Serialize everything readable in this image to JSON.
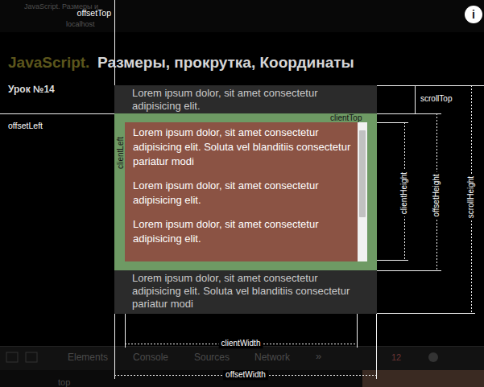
{
  "diagram": {
    "nodes": [
      {
        "text": [
          "Lorem ipsum dolor, sit amet consectetur adipisicing elit.",
          "Lorem ipsum dolor, sit amet consectetur adipisicing elit. Soluta vel blanditiis consectetur pariatur modi"
        ]
      },
      {
        "text": [
          "clientTop",
          "clientLeft"
        ],
        "in": 0
      },
      {
        "text": [
          "Lorem ipsum dolor, sit amet consectetur adipisicing elit. Soluta vel blanditiis consectetur pariatur modi",
          "Lorem ipsum dolor, sit amet consectetur adipisicing elit.",
          "Lorem ipsum dolor, sit amet consectetur adipisicing elit."
        ],
        "in": 1
      }
    ],
    "labels": [
      "JavaScript. Размеры и",
      "localhost",
      "offsetTop",
      "i",
      "JavaScript.",
      "Размеры, прокрутка, Координаты",
      "Урок №14",
      "scrollTop",
      "offsetLeft",
      "clientHeight",
      "offsetHeight",
      "scrollHeight",
      "clientWidth",
      "Elements",
      "Console",
      "Sources",
      "Network",
      "»",
      "12",
      "offsetWidth",
      "top"
    ]
  }
}
